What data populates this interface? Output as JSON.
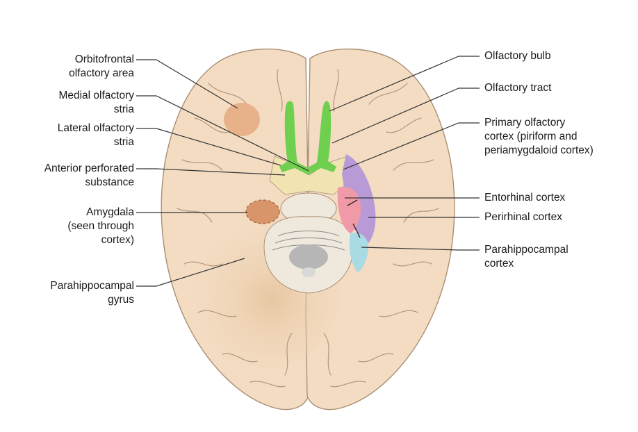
{
  "colors": {
    "cortex": "#f3dcc2",
    "cortex_shade": "#e9caa6",
    "sulcus": "#b89a80",
    "outline": "#a88e74",
    "olfactory_green": "#6fcf4f",
    "perforated_substance": "#f2e3b2",
    "orbitofrontal_area": "#e3a77a",
    "amygdala": "#d9956a",
    "piriform_purple": "#b89ad6",
    "entorhinal_pink": "#ef9aa6",
    "parahippocampal_blue": "#a9dbe4",
    "brainstem": "#efe8dc",
    "leader_line": "#333333"
  },
  "labels": {
    "left": [
      {
        "id": "orbitofrontal",
        "lines": [
          "Orbitofrontal",
          "olfactory area"
        ]
      },
      {
        "id": "medial-stria",
        "lines": [
          "Medial olfactory",
          "stria"
        ]
      },
      {
        "id": "lateral-stria",
        "lines": [
          "Lateral olfactory",
          "stria"
        ]
      },
      {
        "id": "anterior-perforated",
        "lines": [
          "Anterior perforated",
          "substance"
        ]
      },
      {
        "id": "amygdala",
        "lines": [
          "Amygdala",
          "(seen through",
          "cortex)"
        ]
      },
      {
        "id": "parahippocampal-gyrus",
        "lines": [
          "Parahippocampal",
          "gyrus"
        ]
      }
    ],
    "right": [
      {
        "id": "olfactory-bulb",
        "lines": [
          "Olfactory bulb"
        ]
      },
      {
        "id": "olfactory-tract",
        "lines": [
          "Olfactory tract"
        ]
      },
      {
        "id": "primary-olfactory",
        "lines": [
          "Primary olfactory",
          "cortex (piriform and",
          "periamygdaloid cortex)"
        ]
      },
      {
        "id": "entorhinal",
        "lines": [
          "Entorhinal cortex"
        ]
      },
      {
        "id": "perirhinal",
        "lines": [
          "Perirhinal cortex"
        ]
      },
      {
        "id": "parahippocampal-cortex",
        "lines": [
          "Parahippocampal",
          "cortex"
        ]
      }
    ]
  }
}
